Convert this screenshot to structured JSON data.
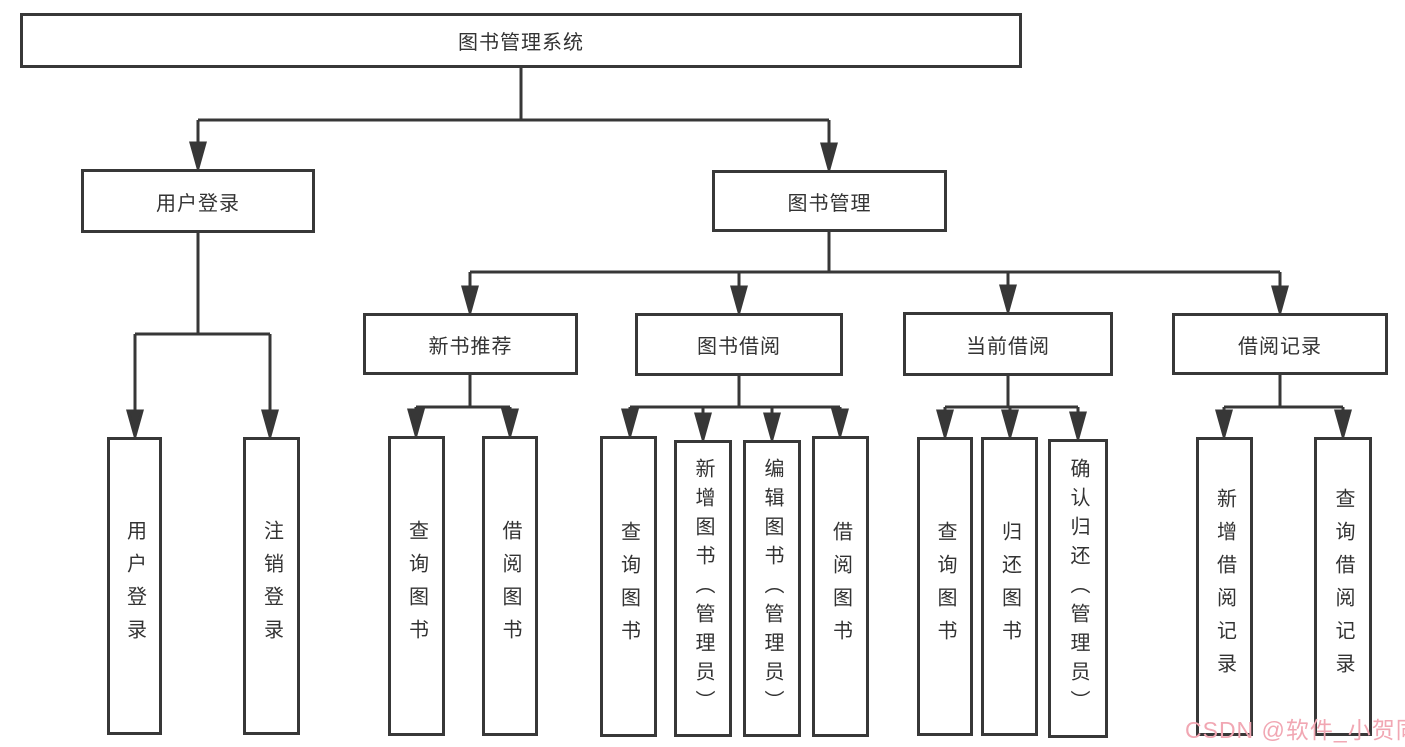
{
  "diagram": {
    "title": "图书管理系统",
    "type": "tree",
    "colors": {
      "line": "#373737",
      "box_border": "#383838",
      "text": "#333333",
      "background": "#ffffff",
      "watermark": "#f1a7b3"
    },
    "nodes": {
      "root": {
        "label": "图书管理系统"
      },
      "user_login": {
        "label": "用户登录"
      },
      "book_mgmt": {
        "label": "图书管理"
      },
      "user_login_leaf": {
        "label": "用户登录"
      },
      "logout_leaf": {
        "label": "注销登录"
      },
      "new_book_rec": {
        "label": "新书推荐"
      },
      "book_borrow": {
        "label": "图书借阅"
      },
      "current_borrow": {
        "label": "当前借阅"
      },
      "borrow_record": {
        "label": "借阅记录"
      },
      "a1": {
        "label": "查询图书"
      },
      "a2": {
        "label": "借阅图书"
      },
      "b1": {
        "label": "查询图书"
      },
      "b2": {
        "label": "新增图书（管理员）"
      },
      "b3": {
        "label": "编辑图书（管理员）"
      },
      "b4": {
        "label": "借阅图书"
      },
      "c1": {
        "label": "查询图书"
      },
      "c2": {
        "label": "归还图书"
      },
      "c3": {
        "label": "确认归还（管理员）"
      },
      "d1": {
        "label": "新增借阅记录"
      },
      "d2": {
        "label": "查询借阅记录"
      }
    },
    "hierarchy": {
      "图书管理系统": {
        "用户登录": [
          "用户登录",
          "注销登录"
        ],
        "图书管理": {
          "新书推荐": [
            "查询图书",
            "借阅图书"
          ],
          "图书借阅": [
            "查询图书",
            "新增图书（管理员）",
            "编辑图书（管理员）",
            "借阅图书"
          ],
          "当前借阅": [
            "查询图书",
            "归还图书",
            "确认归还（管理员）"
          ],
          "借阅记录": [
            "新增借阅记录",
            "查询借阅记录"
          ]
        }
      }
    }
  },
  "watermark": {
    "text": "CSDN @软件_小贺同学"
  }
}
